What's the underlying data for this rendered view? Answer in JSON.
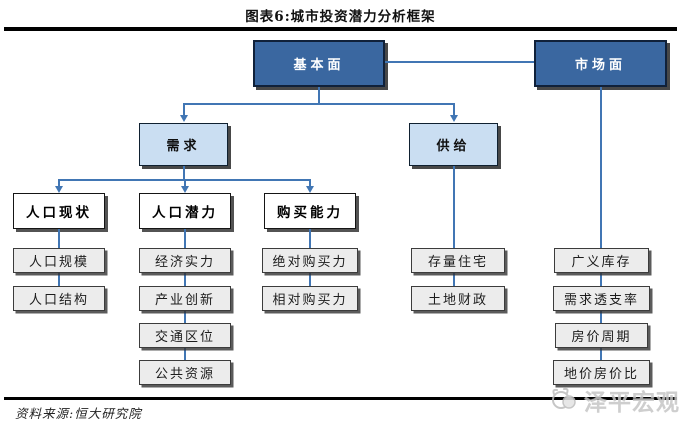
{
  "title": "图表6:城市投资潜力分析框架",
  "source": "资料来源:恒大研究院",
  "watermark": "泽平宏观",
  "colors": {
    "level1_fill": "#3a67a0",
    "level2_fill": "#cadef2",
    "level3_fill": "#ffffff",
    "leaf_fill": "#ececec",
    "connector": "#4176b4",
    "rule": "#000000",
    "watermark_gray": "#c6c6c6"
  },
  "nodes": {
    "fundamental": "基本面",
    "market": "市场面",
    "demand": "需求",
    "supply": "供给",
    "population_status": "人口现状",
    "population_potential": "人口潜力",
    "purchasing_power": "购买能力",
    "population_scale": "人口规模",
    "population_structure": "人口结构",
    "economic_strength": "经济实力",
    "industrial_innovation": "产业创新",
    "transport_location": "交通区位",
    "public_resources": "公共资源",
    "absolute_purchasing_power": "绝对购买力",
    "relative_purchasing_power": "相对购买力",
    "housing_stock": "存量住宅",
    "land_finance": "土地财政",
    "broad_inventory": "广义库存",
    "demand_overdraft_rate": "需求透支率",
    "house_price_cycle": "房价周期",
    "land_price_house_price_ratio": "地价房价比"
  },
  "hierarchy": {
    "基本面": {
      "需求": {
        "人口现状": [
          "人口规模",
          "人口结构"
        ],
        "人口潜力": [
          "经济实力",
          "产业创新",
          "交通区位",
          "公共资源"
        ],
        "购买能力": [
          "绝对购买力",
          "相对购买力"
        ]
      },
      "供给": [
        "存量住宅",
        "土地财政"
      ]
    },
    "市场面": [
      "广义库存",
      "需求透支率",
      "房价周期",
      "地价房价比"
    ]
  }
}
